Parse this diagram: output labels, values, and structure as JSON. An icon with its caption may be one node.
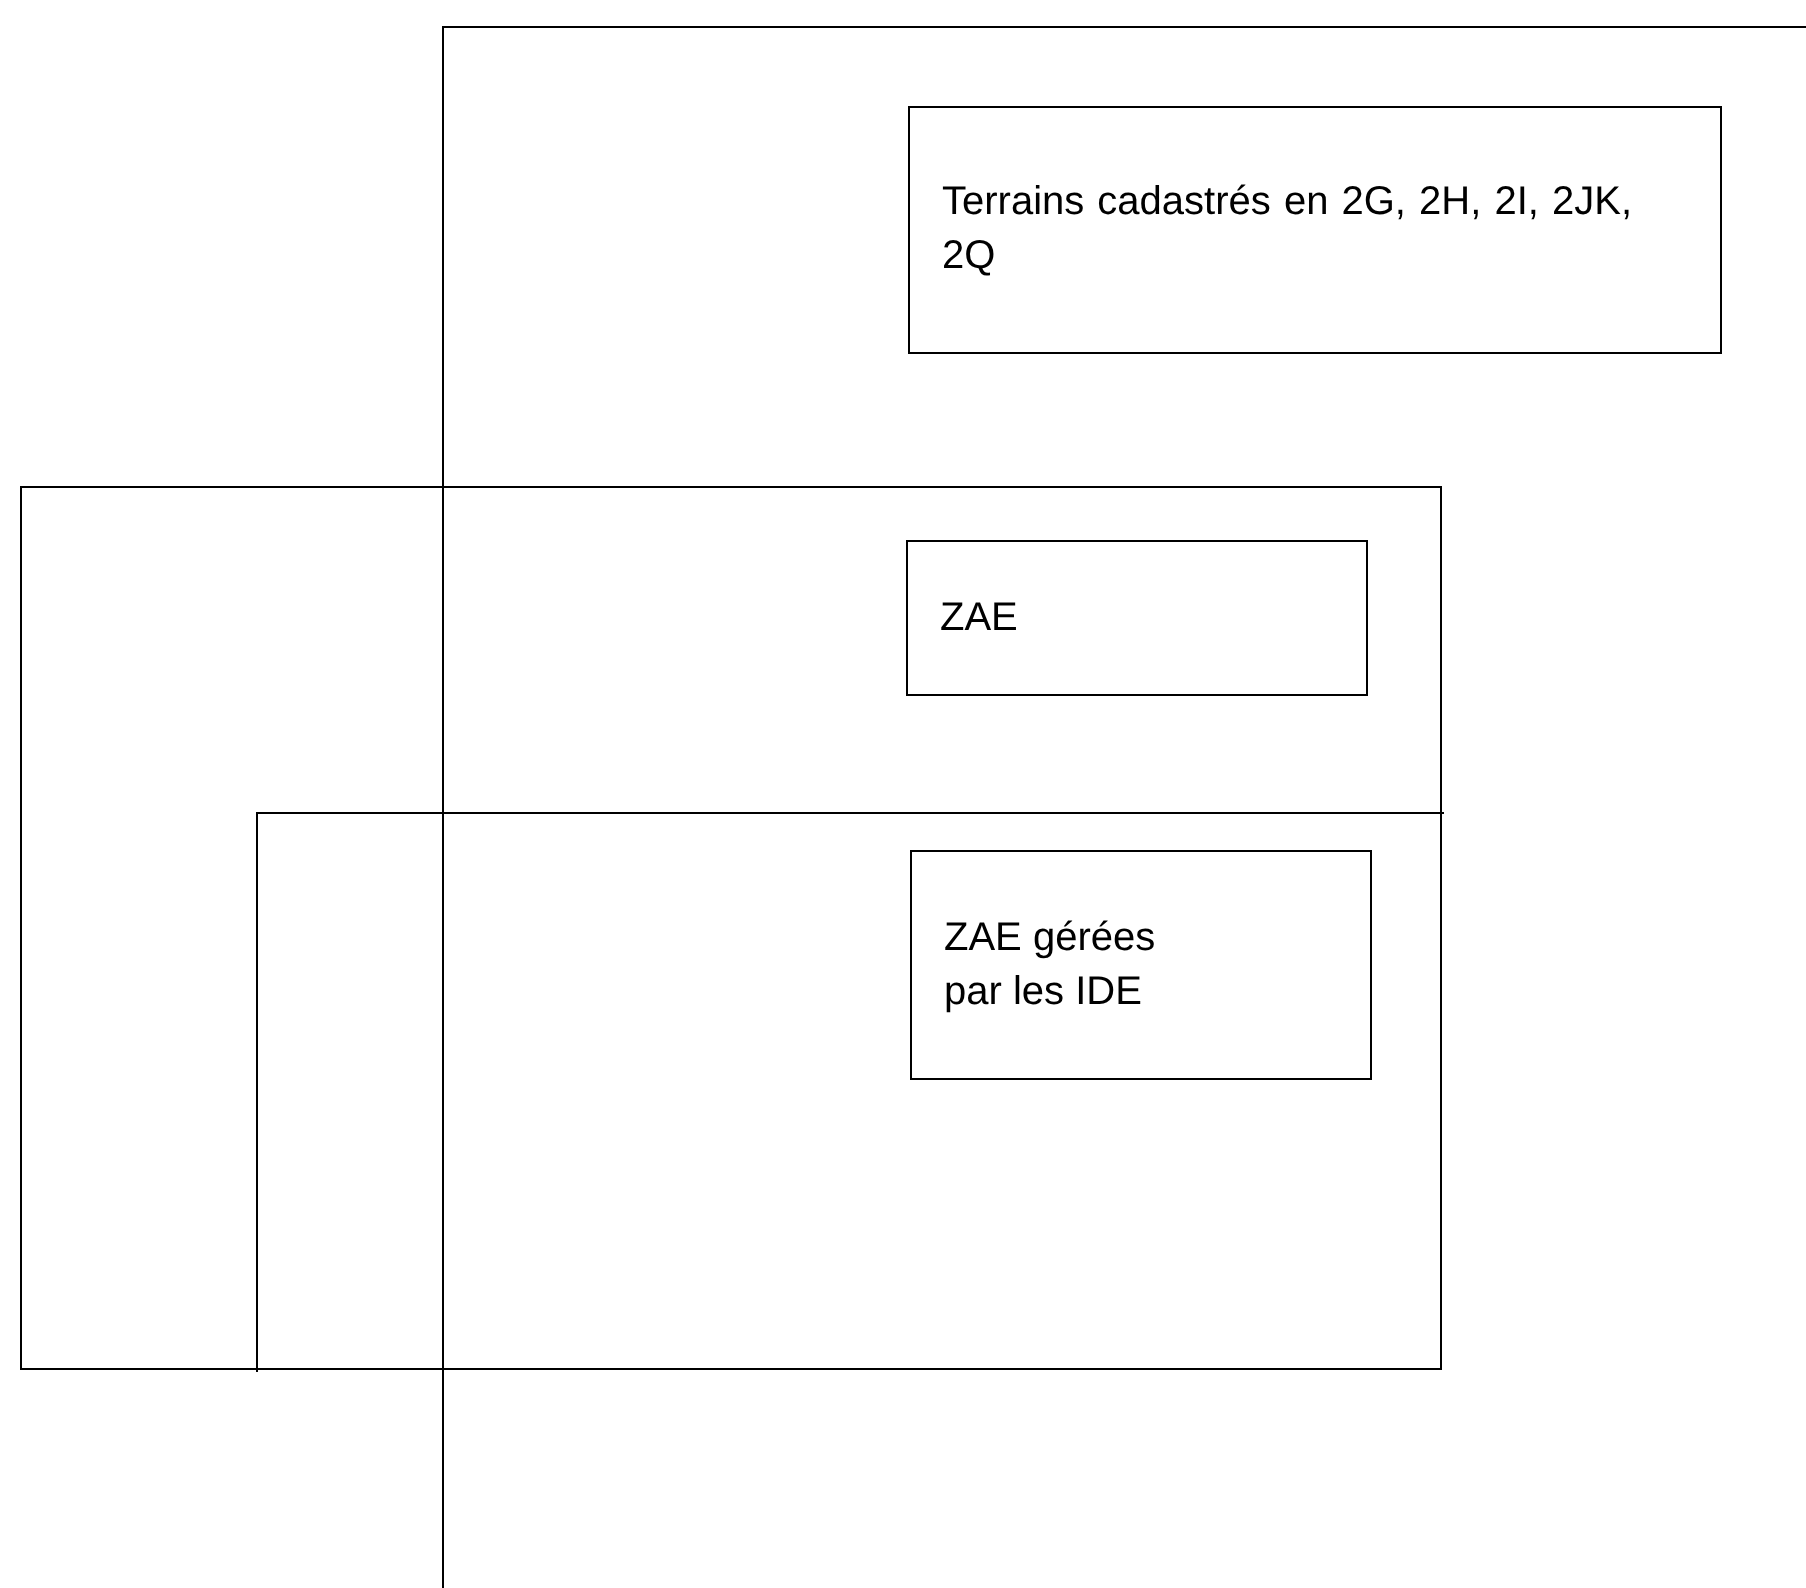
{
  "diagram": {
    "nodes": [
      {
        "text": [],
        "shape": "box"
      },
      {
        "text": [
          "Terrains cadastrés en 2G, 2H, 2I, 2JK, 2Q"
        ],
        "in": 0
      },
      {
        "text": [],
        "shape": "box"
      },
      {
        "text": [
          "ZAE"
        ]
      },
      {
        "text": [],
        "shape": "box",
        "in": 2
      },
      {
        "text": [
          "ZAE gérées par les IDE"
        ],
        "in": 4
      }
    ],
    "edges": []
  }
}
